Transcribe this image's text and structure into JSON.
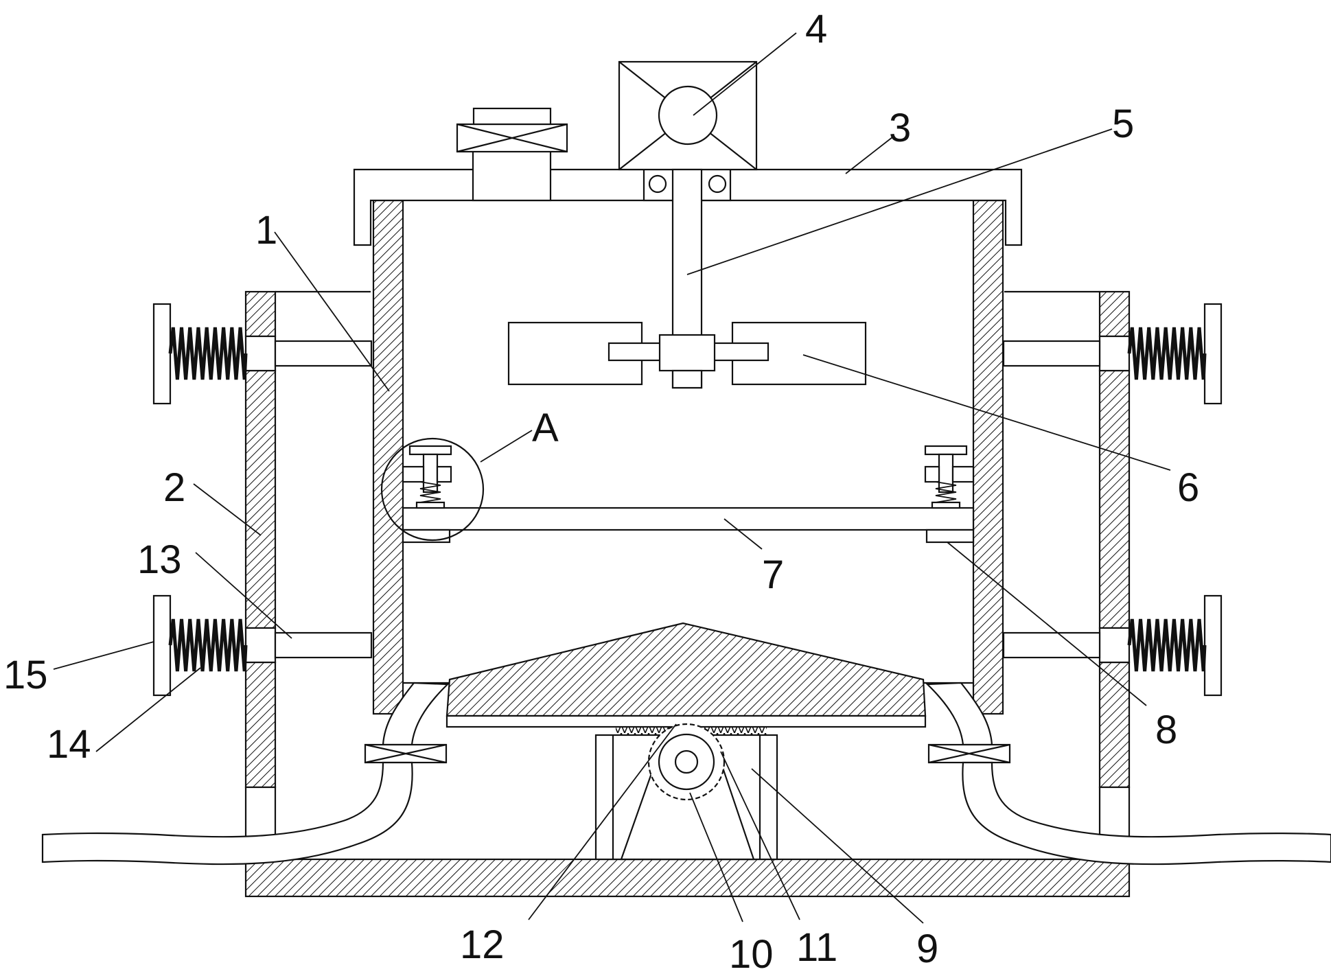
{
  "figure": {
    "labels": {
      "l1": "1",
      "l2": "2",
      "l3": "3",
      "l4": "4",
      "l5": "5",
      "l6": "6",
      "l7": "7",
      "l8": "8",
      "l9": "9",
      "l10": "10",
      "l11": "11",
      "l12": "12",
      "l13": "13",
      "l14": "14",
      "l15": "15",
      "lA": "A"
    }
  }
}
